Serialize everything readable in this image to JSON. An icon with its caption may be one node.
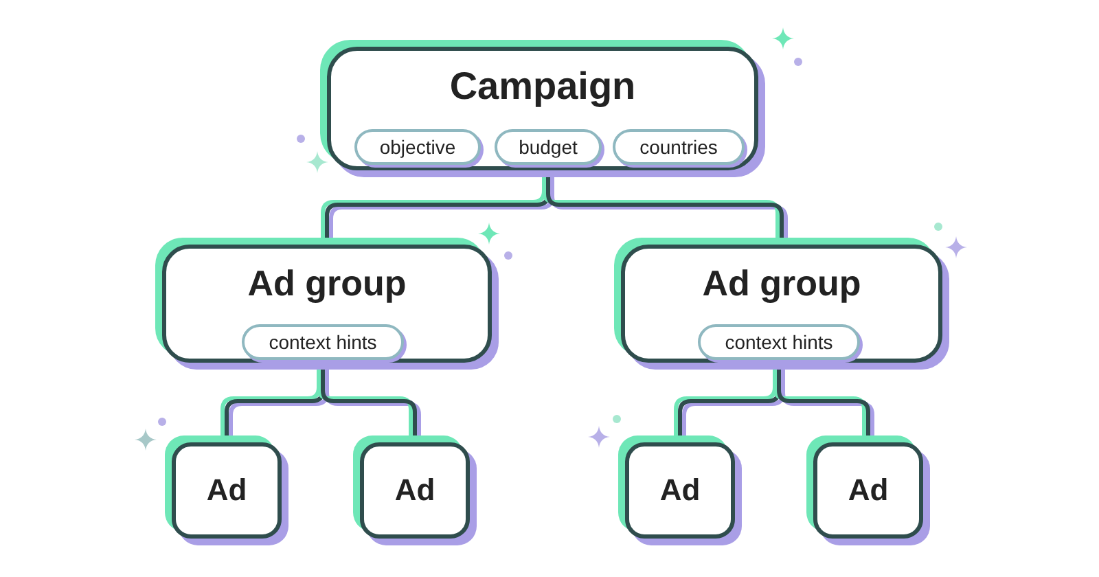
{
  "diagram": {
    "nodes": [
      {
        "text": [
          "Campaign"
        ]
      },
      {
        "text": [
          "objective"
        ],
        "in": 0
      },
      {
        "text": [
          "budget"
        ],
        "in": 0
      },
      {
        "text": [
          "countries"
        ],
        "in": 0
      },
      {
        "text": [
          "Ad group"
        ]
      },
      {
        "text": [
          "context hints"
        ],
        "in": 4
      },
      {
        "text": [
          "Ad group"
        ]
      },
      {
        "text": [
          "context hints"
        ],
        "in": 6
      },
      {
        "text": [
          "Ad"
        ]
      },
      {
        "text": [
          "Ad"
        ]
      },
      {
        "text": [
          "Ad"
        ]
      },
      {
        "text": [
          "Ad"
        ]
      }
    ],
    "edges": [
      {
        "from": 2,
        "to": 4,
        "arrow": "none"
      },
      {
        "from": 2,
        "to": 6,
        "arrow": "none"
      },
      {
        "from": 5,
        "to": 8,
        "arrow": "none"
      },
      {
        "from": 5,
        "to": 9,
        "arrow": "none"
      },
      {
        "from": 7,
        "to": 10,
        "arrow": "none"
      },
      {
        "from": 7,
        "to": 11,
        "arrow": "none"
      }
    ]
  }
}
